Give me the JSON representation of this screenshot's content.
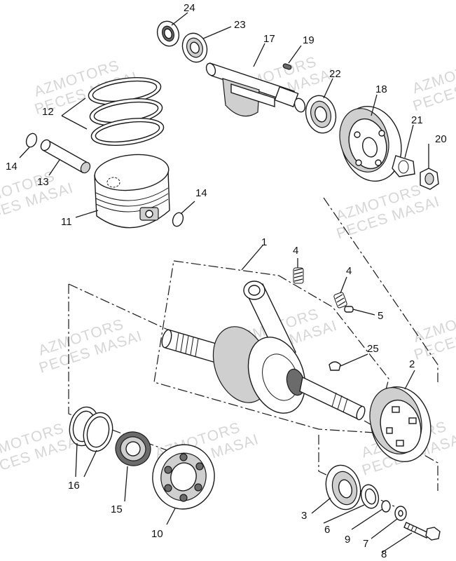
{
  "watermark": {
    "line1": "AZMOTORS",
    "line2": "PECES MASAI"
  },
  "part_numbers": {
    "p1": "1",
    "p2": "2",
    "p3": "3",
    "p4a": "4",
    "p4b": "4",
    "p5": "5",
    "p6": "6",
    "p7": "7",
    "p8": "8",
    "p9": "9",
    "p10": "10",
    "p11": "11",
    "p12": "12",
    "p13": "13",
    "p14a": "14",
    "p14b": "14",
    "p15": "15",
    "p16": "16",
    "p17": "17",
    "p18": "18",
    "p19": "19",
    "p20": "20",
    "p21": "21",
    "p22": "22",
    "p23": "23",
    "p24": "24",
    "p25": "25"
  }
}
